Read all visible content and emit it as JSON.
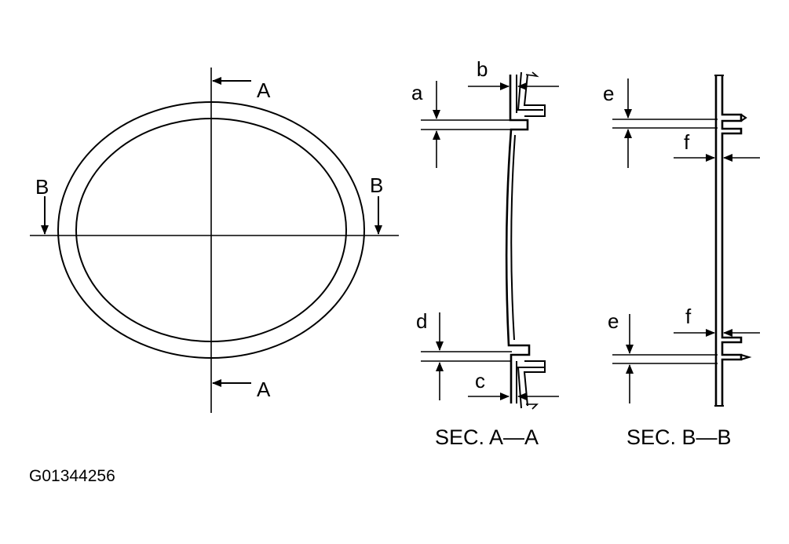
{
  "plan_view": {
    "section_marks": [
      {
        "id": "A-top",
        "text": "A"
      },
      {
        "id": "A-bottom",
        "text": "A"
      },
      {
        "id": "B-left",
        "text": "B"
      },
      {
        "id": "B-right",
        "text": "B"
      }
    ]
  },
  "section_aa": {
    "caption": "SEC. A—A",
    "dimension_labels": {
      "a": "a",
      "b": "b",
      "c": "c",
      "d": "d"
    }
  },
  "section_bb": {
    "caption": "SEC. B—B",
    "dimension_labels": {
      "e_top": "e",
      "f_top": "f",
      "f_bottom": "f",
      "e_bottom": "e"
    }
  },
  "figure_id": "G01344256"
}
